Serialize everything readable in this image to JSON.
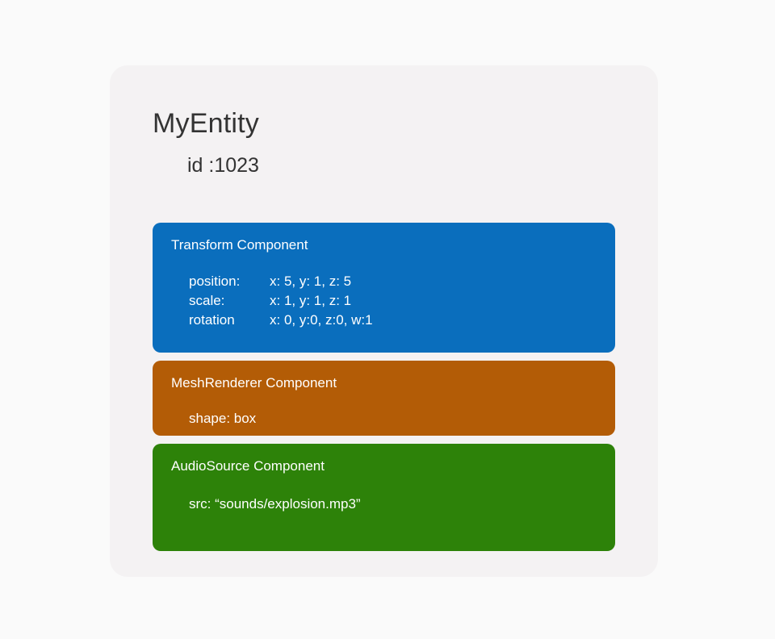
{
  "page": {
    "background_color": "#fafafa",
    "card_background_color": "#f4f2f3"
  },
  "entity": {
    "name": "MyEntity",
    "id_label": "id :1023"
  },
  "components": [
    {
      "heading": "Transform Component",
      "color": "#0a6ebd",
      "rows": [
        {
          "key": "position:",
          "value": "x: 5, y: 1, z: 5"
        },
        {
          "key": "scale:",
          "value": "x: 1, y: 1, z: 1"
        },
        {
          "key": "rotation",
          "value": "x: 0, y:0, z:0, w:1"
        }
      ]
    },
    {
      "heading": "MeshRenderer Component",
      "color": "#b35c06",
      "rows": [
        {
          "text": "shape: box"
        }
      ]
    },
    {
      "heading": "AudioSource Component",
      "color": "#2d8209",
      "rows": [
        {
          "text": "src:  “sounds/explosion.mp3”"
        }
      ]
    }
  ]
}
